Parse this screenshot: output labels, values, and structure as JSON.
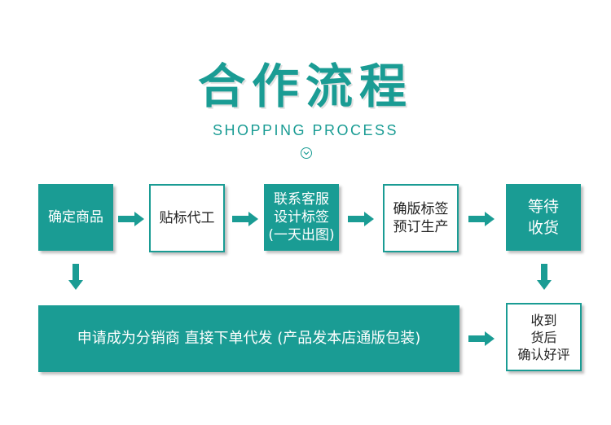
{
  "header": {
    "title": "合作流程",
    "subtitle": "SHOPPING PROCESS",
    "down_icon": "chevron-down-circle-icon"
  },
  "steps": {
    "confirm_goods": "确定商品",
    "label_oem": "贴标代工",
    "contact_service": "联系客服\n设计标签\n(一天出图)",
    "confirm_production": "确版标签\n预订生产",
    "wait_delivery": "等待\n收货",
    "distributor": "申请成为分销商 直接下单代发 (产品发本店通版包装)",
    "receive_review": "收到\n货后\n确认好评"
  },
  "colors": {
    "accent": "#1a9c94"
  }
}
